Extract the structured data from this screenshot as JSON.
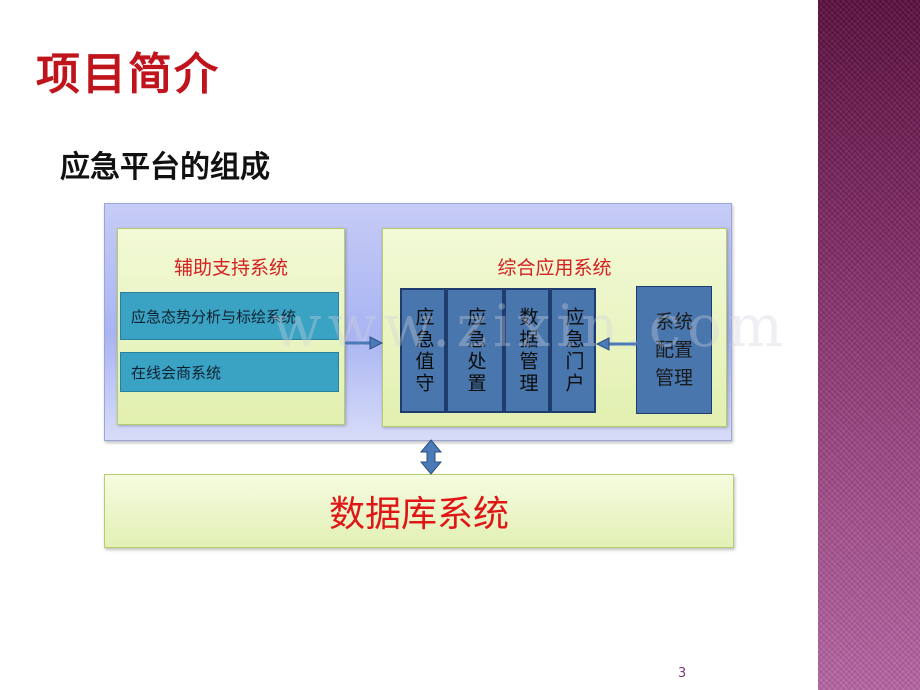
{
  "slide": {
    "title": "项目简介",
    "subtitle": "应急平台的组成",
    "page_number": "3",
    "watermark": "www.zixin.com"
  },
  "diagram": {
    "aux_system": {
      "title": "辅助支持系统",
      "items": [
        "应急态势分析与标绘系统",
        "在线会商系统"
      ]
    },
    "app_system": {
      "title": "综合应用系统",
      "modules": [
        "应急值守",
        "应急处置",
        "数据管理",
        "应急门户"
      ],
      "config": {
        "line1": "系统",
        "line2": "配置",
        "line3": "管理"
      }
    },
    "database": {
      "label": "数据库系统"
    }
  },
  "colors": {
    "title": "#c0141c",
    "panel_title": "#d42020",
    "database_text": "#e01616",
    "module_fill": "#4876ad",
    "teal_fill": "#3aa3c4",
    "arrow": "#4a7ab8"
  }
}
